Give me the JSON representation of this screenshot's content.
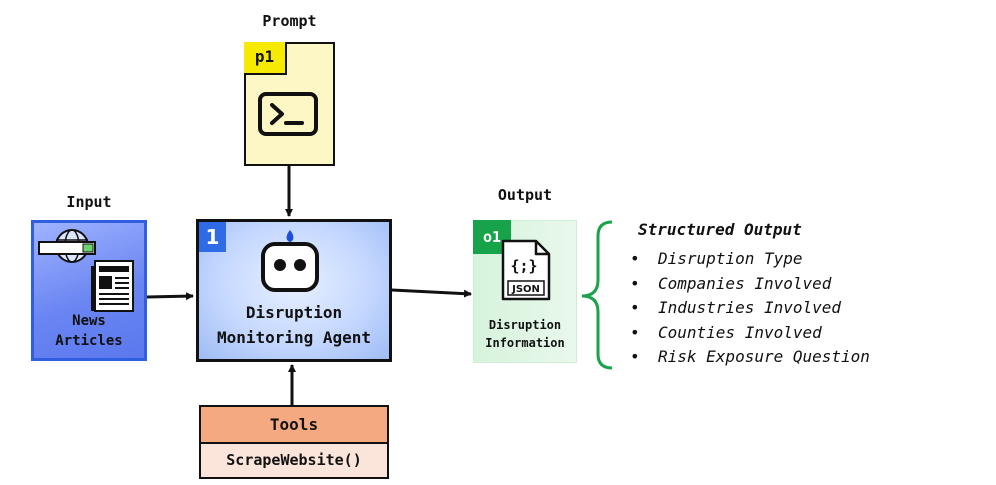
{
  "prompt": {
    "title": "Prompt",
    "badge": "p1",
    "icon": "terminal-icon"
  },
  "input": {
    "title": "Input",
    "label_line1": "News",
    "label_line2": "Articles",
    "icon": "web-news-icon",
    "color": "#2f5fe0"
  },
  "agent": {
    "badge": "1",
    "label_line1": "Disruption",
    "label_line2": "Monitoring Agent",
    "icon": "robot-icon",
    "color": "#2f6be6"
  },
  "tools": {
    "title": "Tools",
    "items": [
      "ScrapeWebsite()"
    ],
    "color": "#f4a981"
  },
  "output": {
    "title": "Output",
    "badge": "o1",
    "label_line1": "Disruption",
    "label_line2": "Information",
    "icon": "json-file-icon",
    "color": "#16a34a"
  },
  "structured_output": {
    "title": "Structured Output",
    "items": [
      "Disruption Type",
      "Companies Involved",
      "Industries Involved",
      "Counties Involved",
      "Risk Exposure Question"
    ]
  }
}
